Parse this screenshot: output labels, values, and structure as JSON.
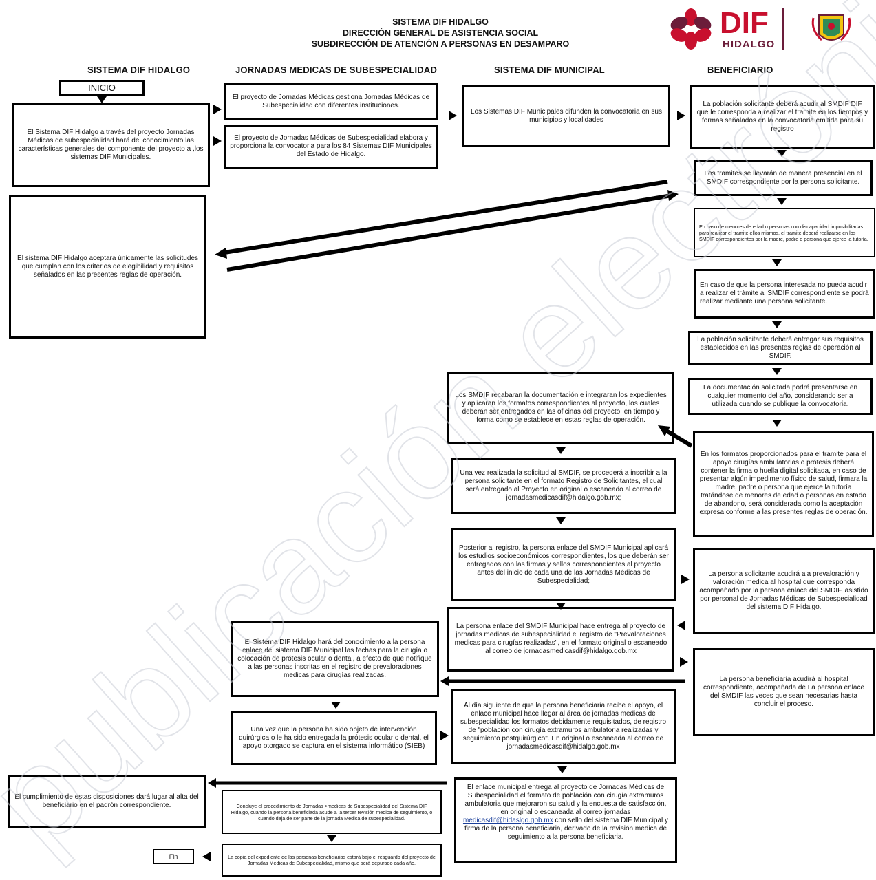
{
  "header": {
    "line1": "SISTEMA DIF HIDALGO",
    "line2": "DIRECCIÓN GENERAL DE ASISTENCIA SOCIAL",
    "line3": "SUBDIRECCIÓN DE ATENCIÓN A PERSONAS EN DESAMPARO"
  },
  "logo": {
    "brand": "DIF",
    "sub": "HIDALGO",
    "color_primary": "#c8102e",
    "color_secondary": "#6b1d3a",
    "emblem": "state-coat-of-arms-icon"
  },
  "columns": [
    "SISTEMA DIF HIDALGO",
    "JORNADAS MEDICAS DE SUBESPECIALIDAD",
    "SISTEMA DIF MUNICIPAL",
    "BENEFICIARIO"
  ],
  "nodes": {
    "inicio": "INICIO",
    "dif_conocimiento": "El Sistema DIF Hidalgo a través del proyecto Jornadas Médicas de subespecialidad hará del conocimiento las características generales del componente del proyecto a ,los sistemas DIF Municipales.",
    "jm_gestiona": "El proyecto de Jornadas Médicas gestiona Jornadas Médicas de Subespecialidad con diferentes instituciones.",
    "jm_elabora": "El proyecto de Jornadas Médicas de Subespecialidad elabora y proporciona la convocatoria para los 84 Sistemas DIF Municipales del Estado de Hidalgo.",
    "mun_difunden": "Los Sistemas DIF Municipales difunden la convocatoria en sus municipios y localidades",
    "ben_acudir": "La población solicitante deberá acudir al SMDIF DIF que le corresponda a realizar el tramite en los tiempos y formas señalados en la convocatoria emitida para su registro",
    "ben_presencial": "Los tramites se llevarán de manera presencial en el SMDIF correspondiente por la persona solicitante.",
    "ben_menores": "En caso de menores de edad o personas con discapacidad imposibilitadas para realizar el tramite ellos mismos, el tramite deberá realizarse en los SMDIF correspondientes por la madre, padre o persona que ejerce la tutoría.",
    "ben_no_acudir": "En caso de que la persona interesada no pueda acudir a realizar el trámite al SMDIF correspondiente se podrá realizar mediante una persona solicitante.",
    "ben_entregar": "La población solicitante deberá entregar sus requisitos establecidos en las presentes reglas de operación al SMDIF.",
    "ben_documentacion": "La documentación solicitada podrá presentarse en cualquier momento del año, considerando ser a utilizada cuando se publique la convocatoria.",
    "ben_formatos": "En los formatos proporcionados para el tramite para el apoyo cirugías ambulatorias o prótesis deberá contener la firma o huella digital solicitada, en caso de presentar algún impedimento físico de salud, firmara la madre, padre o persona que ejerce la tutoría tratándose de menores de edad o personas en estado de abandono, será considerada como la aceptación expresa conforme a las presentes reglas de operación.",
    "dif_acepta": "El sistema DIF Hidalgo aceptara únicamente las solicitudes que cumplan con los criterios de elegibilidad y requisitos señalados en las presentes reglas de operación.",
    "mun_recaban": "Los SMDIF recabaran la documentación e integraran los expedientes y aplicaran los formatos correspondientes al proyecto, los cuales deberán ser entregados en las oficinas del proyecto, en tiempo y forma como se establece en estas reglas de operación.",
    "mun_inscribir": "Una vez realizada la solicitud al SMDIF, se procederá a inscribir a la persona solicitante en el formato Registro de Solicitantes, el cual será entregado al Proyecto en original o escaneado al correo de jornadasmedicasdif@hidalgo.gob.mx;",
    "mun_estudios": "Posterior al registro, la persona enlace del SMDIF Municipal aplicará los estudios socioeconómicos correspondientes, los que deberán ser entregados con las firmas y sellos correspondientes al proyecto antes del inicio de cada una de las Jornadas Médicas de Subespecialidad;",
    "ben_prevaloracion": "La persona solicitante acudirá ala prevaloración y valoración medica al hospital que corresponda acompañado por la persona enlace del SMDIF, asistido por personal de Jornadas Médicas de Subespecialidad del sistema DIF Hidalgo.",
    "mun_entrega_registro": "La persona enlace del SMDIF Municipal hace entrega al proyecto de jornadas medicas de subespecialidad el registro de \"Prevaloraciones medicas para cirugías realizadas\", en el formato original o escaneado al correo de jornadasmedicasdif@hidalgo.gob.mx",
    "dif_fechas": "El Sistema DIF Hidalgo hará del conocimiento a la persona enlace del sistema DIF Municipal las fechas para la cirugía o colocación de prótesis ocular o dental, a efecto de que notifique a las personas inscritas en el registro de prevaloraciones medicas para cirugías realizadas.",
    "ben_hospital": "La persona beneficiaria acudirá al hospital correspondiente, acompañada de La persona enlace del SMDIF las veces que sean necesarias hasta concluir el proceso.",
    "jm_captura": "Una vez que la persona ha sido objeto de intervención quirúrgica o le ha sido entregada la prótesis ocular o dental, el apoyo otorgado se captura en el sistema informático (SIEB)",
    "mun_dia_siguiente": "Al día siguiente de que la persona beneficiaria recibe el apoyo, el enlace municipal hace llegar al área de jornadas medicas de subespecialidad los formatos debidamente requisitados, de registro de \"población con cirugía extramuros ambulatoria realizadas y seguimiento postquirúrgico\". En original o escaneada al correo de jornadasmedicasdif@hidalgo.gob.mx",
    "mun_satisfaccion_pre": "El enlace municipal entrega al proyecto de Jornadas Médicas de Subespecialidad el formato de población con cirugía extramuros ambulatoria que mejoraron su salud y la encuesta de satisfacción, en original o escaneada al correo jornadas",
    "mun_satisfaccion_link": "medicasdif@hidaslgo.gob.mx",
    "mun_satisfaccion_post": "con sello del sistema DIF Municipal y firma de la persona beneficiaria, derivado de la revisión medica de seguimiento a la persona beneficiaria.",
    "dif_alta": "El cumplimiento de estas disposiciones dará lugar al alta del beneficiario en el padrón correspondiente.",
    "jm_concluye": "Concluye el procedimiento de Jornadas >medicas de Subespecialidad del Sistema DIF Hidalgo, cuando la persona beneficiada acude a la tercer revisión medica de seguimiento, o cuando deja de ser parte de la jornada Medica de subespecialidad.",
    "jm_copia": "La copia del expediente de las personas beneficiarias estará bajo el resguardo del proyecto de Jornadas Medicas de Subespecialidad, mismo que será depurado cada año.",
    "fin": "Fin"
  },
  "watermark": "publicación electrónica"
}
